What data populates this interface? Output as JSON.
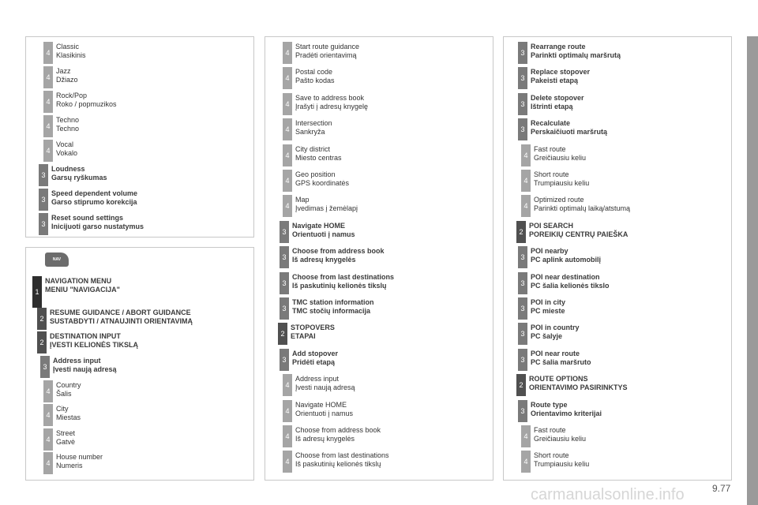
{
  "audio": [
    {
      "level": "4",
      "line1": "Classic",
      "line2": "Klasikinis",
      "bold": false
    },
    {
      "level": "4",
      "line1": "Jazz",
      "line2": "Džiazo",
      "bold": false
    },
    {
      "level": "4",
      "line1": "Rock/Pop",
      "line2": "Roko / popmuzikos",
      "bold": false
    },
    {
      "level": "4",
      "line1": "Techno",
      "line2": "Techno",
      "bold": false
    },
    {
      "level": "4",
      "line1": "Vocal",
      "line2": "Vokalo",
      "bold": false
    },
    {
      "level": "3",
      "line1": "Loudness",
      "line2": "Garsų ryškumas",
      "bold": true
    },
    {
      "level": "3",
      "line1": "Speed dependent volume",
      "line2": "Garso stiprumo korekcija",
      "bold": true
    },
    {
      "level": "3",
      "line1": "Reset sound settings",
      "line2": "Inicijuoti garso nustatymus",
      "bold": true
    }
  ],
  "nav_tab": "NAV",
  "nav": [
    {
      "level": "1",
      "line1": "NAVIGATION MENU",
      "line2": "MENIU \"NAVIGACIJA\"",
      "bold": true
    },
    {
      "level": "2",
      "line1": "RESUME GUIDANCE / ABORT GUIDANCE",
      "line2": "SUSTABDYTI / ATNAUJINTI ORIENTAVIMĄ",
      "bold": true
    },
    {
      "level": "2",
      "line1": "DESTINATION INPUT",
      "line2": "ĮVESTI KELIONĖS TIKSLĄ",
      "bold": true
    },
    {
      "level": "3",
      "line1": "Address input",
      "line2": "Įvesti naują adresą",
      "bold": true
    },
    {
      "level": "4",
      "line1": "Country",
      "line2": "Šalis",
      "bold": false
    },
    {
      "level": "4",
      "line1": "City",
      "line2": "Miestas",
      "bold": false
    },
    {
      "level": "4",
      "line1": "Street",
      "line2": "Gatvė",
      "bold": false
    },
    {
      "level": "4",
      "line1": "House number",
      "line2": "Numeris",
      "bold": false
    }
  ],
  "col2": [
    {
      "level": "4",
      "line1": "Start route guidance",
      "line2": "Pradėti orientavimą",
      "bold": false
    },
    {
      "level": "4",
      "line1": "Postal code",
      "line2": "Pašto kodas",
      "bold": false
    },
    {
      "level": "4",
      "line1": "Save to address book",
      "line2": "Įrašyti į adresų knygelę",
      "bold": false
    },
    {
      "level": "4",
      "line1": "Intersection",
      "line2": "Sankryža",
      "bold": false
    },
    {
      "level": "4",
      "line1": "City district",
      "line2": "Miesto centras",
      "bold": false
    },
    {
      "level": "4",
      "line1": "Geo position",
      "line2": "GPS koordinatės",
      "bold": false
    },
    {
      "level": "4",
      "line1": "Map",
      "line2": "Įvedimas į žemėlapį",
      "bold": false
    },
    {
      "level": "3",
      "line1": "Navigate HOME",
      "line2": "Orientuoti į namus",
      "bold": true
    },
    {
      "level": "3",
      "line1": "Choose from address book",
      "line2": "Iš adresų knygelės",
      "bold": true
    },
    {
      "level": "3",
      "line1": "Choose from last destinations",
      "line2": "Iš paskutinių kelionės tikslų",
      "bold": true
    },
    {
      "level": "3",
      "line1": "TMC station information",
      "line2": "TMC stočių informacija",
      "bold": true
    },
    {
      "level": "2",
      "line1": "STOPOVERS",
      "line2": "ETAPAI",
      "bold": true
    },
    {
      "level": "3",
      "line1": "Add stopover",
      "line2": "Pridėti etapą",
      "bold": true
    },
    {
      "level": "4",
      "line1": "Address input",
      "line2": "Įvesti naują adresą",
      "bold": false
    },
    {
      "level": "4",
      "line1": "Navigate HOME",
      "line2": "Orientuoti į namus",
      "bold": false
    },
    {
      "level": "4",
      "line1": "Choose from address book",
      "line2": "Iš adresų knygelės",
      "bold": false
    },
    {
      "level": "4",
      "line1": "Choose from last destinations",
      "line2": "Iš paskutinių kelionės tikslų",
      "bold": false
    }
  ],
  "col3": [
    {
      "level": "3",
      "line1": "Rearrange route",
      "line2": "Parinkti optimalų maršrutą",
      "bold": true
    },
    {
      "level": "3",
      "line1": "Replace stopover",
      "line2": "Pakeisti etapą",
      "bold": true
    },
    {
      "level": "3",
      "line1": "Delete stopover",
      "line2": "Ištrinti etapą",
      "bold": true
    },
    {
      "level": "3",
      "line1": "Recalculate",
      "line2": "Perskaičiuoti maršrutą",
      "bold": true
    },
    {
      "level": "4",
      "line1": "Fast route",
      "line2": "Greičiausiu keliu",
      "bold": false
    },
    {
      "level": "4",
      "line1": "Short route",
      "line2": "Trumpiausiu keliu",
      "bold": false
    },
    {
      "level": "4",
      "line1": "Optimized route",
      "line2": "Parinkti optimalų laiką/atstumą",
      "bold": false
    },
    {
      "level": "2",
      "line1": "POI SEARCH",
      "line2": "POREIKIŲ CENTRŲ PAIEŠKA",
      "bold": true
    },
    {
      "level": "3",
      "line1": "POI nearby",
      "line2": "PC aplink automobilį",
      "bold": true
    },
    {
      "level": "3",
      "line1": "POI near destination",
      "line2": "PC šalia kelionės tikslo",
      "bold": true
    },
    {
      "level": "3",
      "line1": "POI in city",
      "line2": "PC mieste",
      "bold": true
    },
    {
      "level": "3",
      "line1": "POI in country",
      "line2": "PC šalyje",
      "bold": true
    },
    {
      "level": "3",
      "line1": "POI near route",
      "line2": "PC šalia maršruto",
      "bold": true
    },
    {
      "level": "2",
      "line1": "ROUTE OPTIONS",
      "line2": "ORIENTAVIMO PASIRINKTYS",
      "bold": true
    },
    {
      "level": "3",
      "line1": "Route type",
      "line2": "Orientavimo kriterijai",
      "bold": true
    },
    {
      "level": "4",
      "line1": "Fast route",
      "line2": "Greičiausiu keliu",
      "bold": false
    },
    {
      "level": "4",
      "line1": "Short route",
      "line2": "Trumpiausiu keliu",
      "bold": false
    }
  ],
  "page_number": "9.77",
  "watermark": "carmanualsonline.info"
}
